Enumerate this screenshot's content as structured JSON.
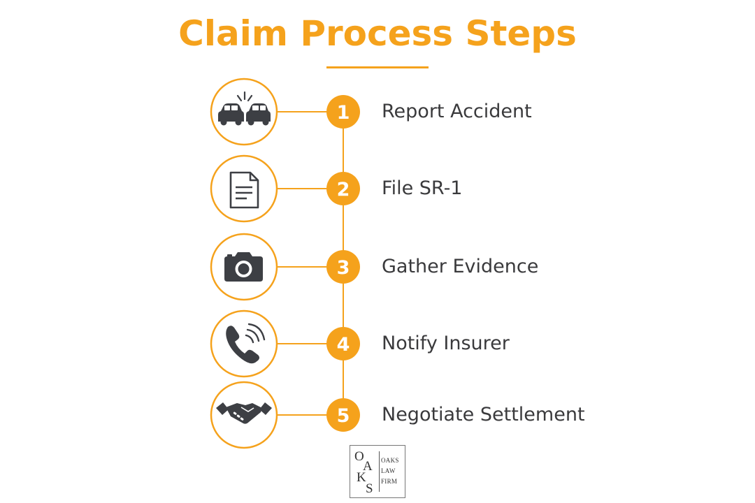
{
  "header": {
    "title": "Claim Process Steps"
  },
  "colors": {
    "accent": "#F5A21C",
    "icon": "#3d3f44",
    "text": "#3a3a3c"
  },
  "steps": [
    {
      "number": "1",
      "label": "Report Accident",
      "icon": "car-collision-icon"
    },
    {
      "number": "2",
      "label": "File SR-1",
      "icon": "document-icon"
    },
    {
      "number": "3",
      "label": "Gather Evidence",
      "icon": "camera-icon"
    },
    {
      "number": "4",
      "label": "Notify Insurer",
      "icon": "phone-icon"
    },
    {
      "number": "5",
      "label": "Negotiate Settlement",
      "icon": "handshake-icon"
    }
  ],
  "logo": {
    "monogram": [
      "O",
      "A",
      "K",
      "S"
    ],
    "words": [
      "OAKS",
      "LAW",
      "FIRM"
    ]
  }
}
